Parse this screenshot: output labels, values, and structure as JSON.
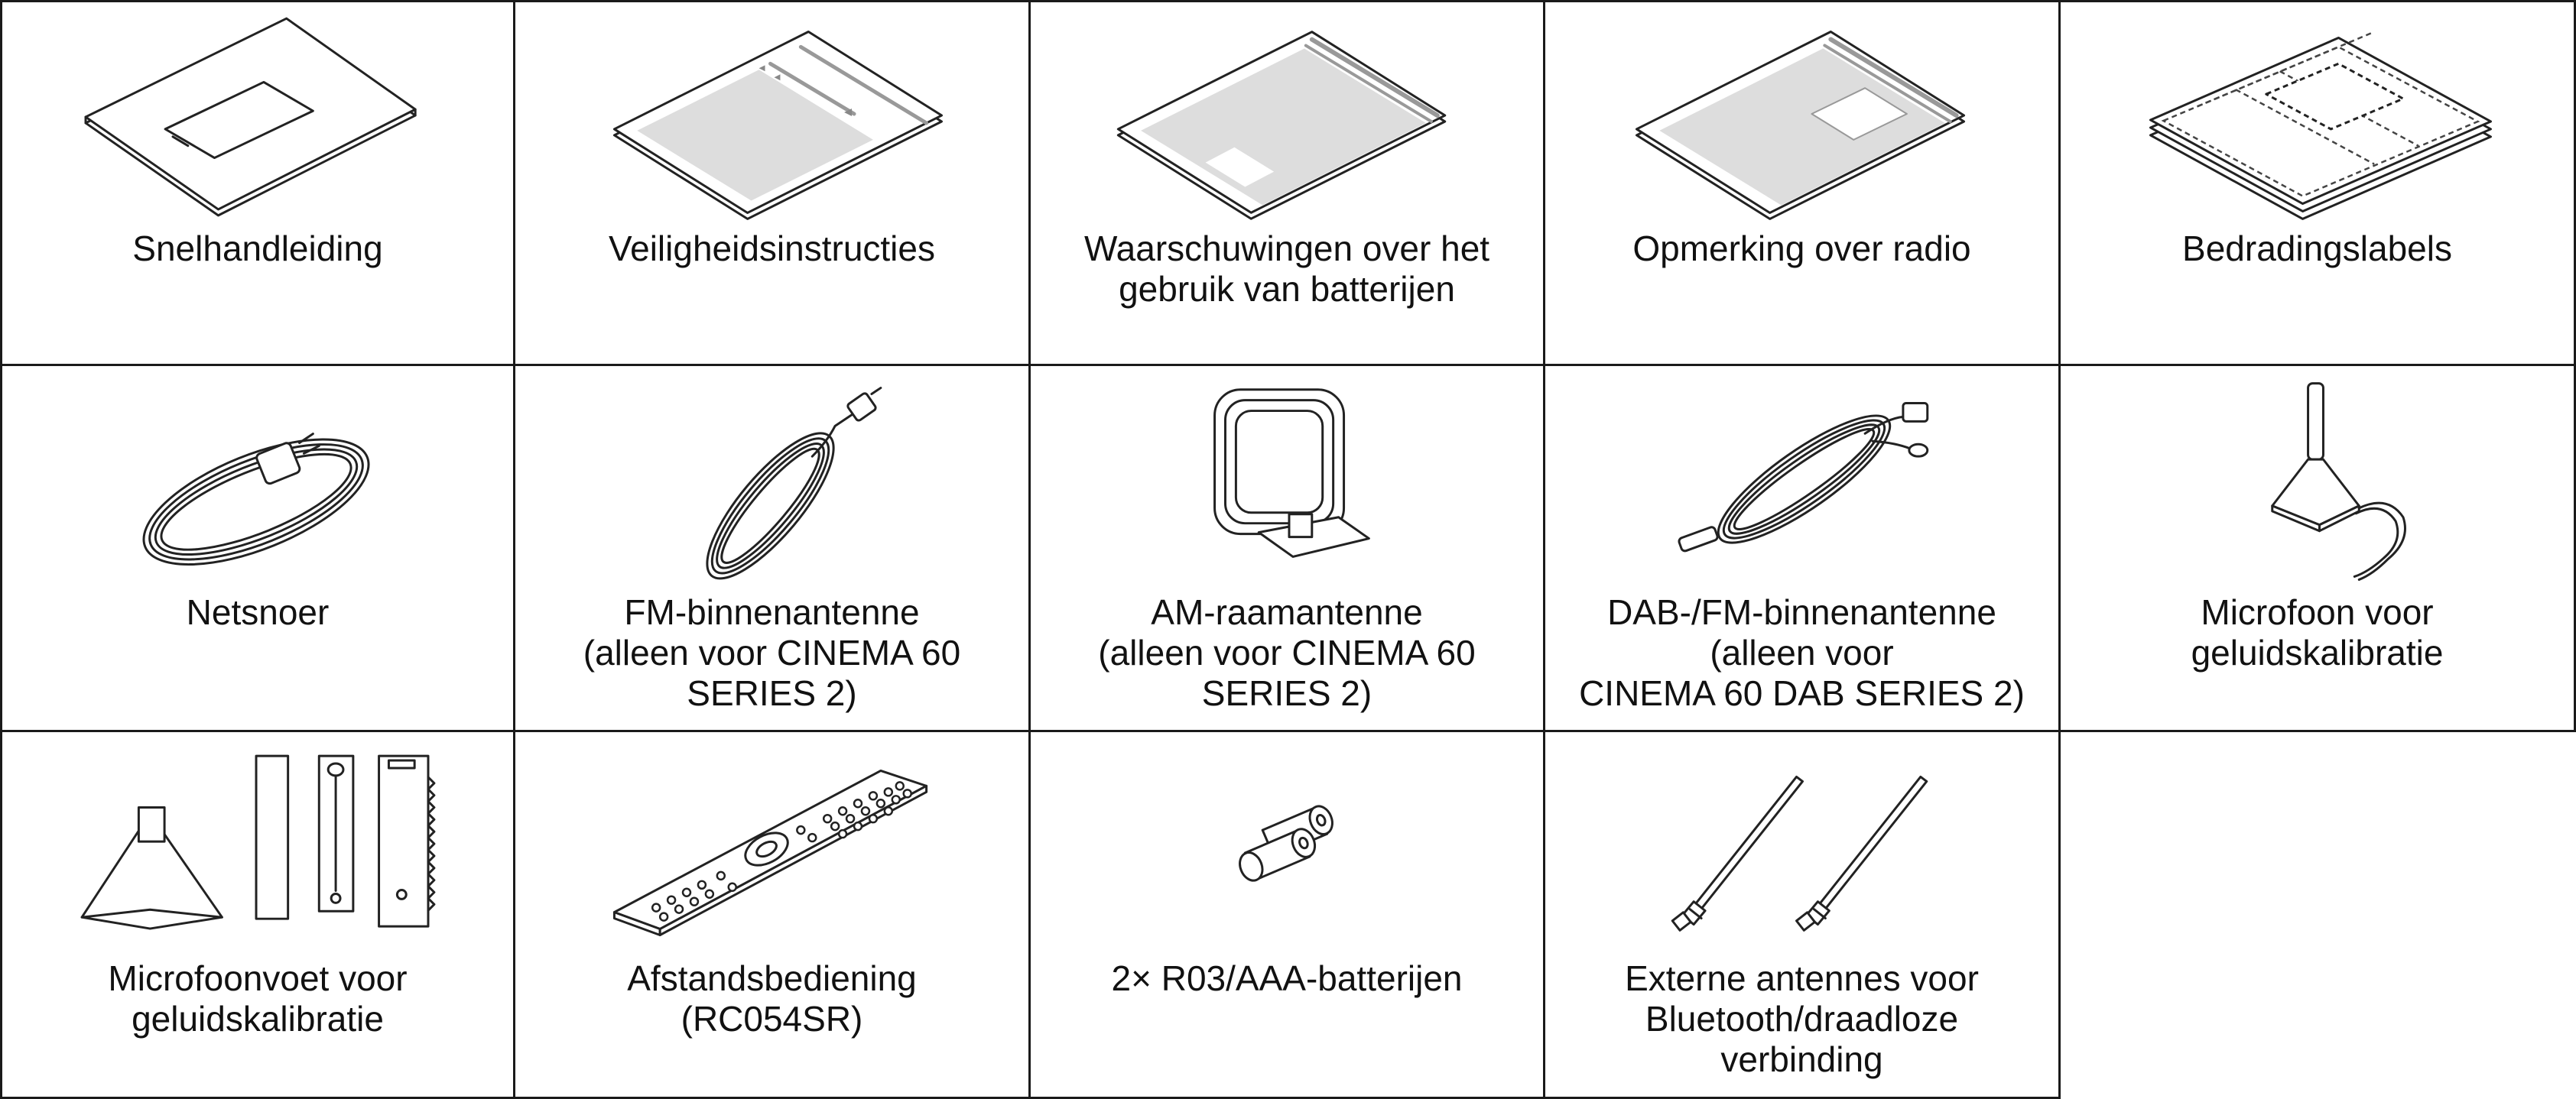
{
  "items": [
    {
      "icon": "booklet-icon",
      "lines": [
        "Snelhandleiding"
      ]
    },
    {
      "icon": "document-icon",
      "lines": [
        "Veiligheidsinstructies"
      ]
    },
    {
      "icon": "document-icon",
      "lines": [
        "Waarschuwingen over het",
        "gebruik van batterijen"
      ]
    },
    {
      "icon": "document-icon",
      "lines": [
        "Opmerking over radio"
      ]
    },
    {
      "icon": "label-sheet-icon",
      "lines": [
        "Bedradingslabels"
      ]
    },
    {
      "icon": "power-cord-icon",
      "lines": [
        "Netsnoer"
      ]
    },
    {
      "icon": "fm-antenna-icon",
      "lines": [
        "FM-binnenantenne",
        "(alleen voor CINEMA 60",
        "SERIES 2)"
      ]
    },
    {
      "icon": "am-loop-antenna-icon",
      "lines": [
        "AM-raamantenne",
        "(alleen voor CINEMA 60",
        "SERIES 2)"
      ]
    },
    {
      "icon": "dab-fm-antenna-icon",
      "lines": [
        "DAB-/FM-binnenantenne",
        "(alleen voor",
        "CINEMA 60 DAB SERIES 2)"
      ]
    },
    {
      "icon": "microphone-icon",
      "lines": [
        "Microfoon voor",
        "geluidskalibratie"
      ]
    },
    {
      "icon": "microphone-stand-icon",
      "lines": [
        "Microfoonvoet voor",
        "geluidskalibratie"
      ]
    },
    {
      "icon": "remote-control-icon",
      "lines": [
        "Afstandsbediening",
        "(RC054SR)"
      ]
    },
    {
      "icon": "batteries-icon",
      "lines": [
        "2× R03/AAA-batterijen"
      ]
    },
    {
      "icon": "external-antennas-icon",
      "lines": [
        "Externe antennes voor",
        "Bluetooth/draadloze",
        "verbinding"
      ]
    }
  ]
}
